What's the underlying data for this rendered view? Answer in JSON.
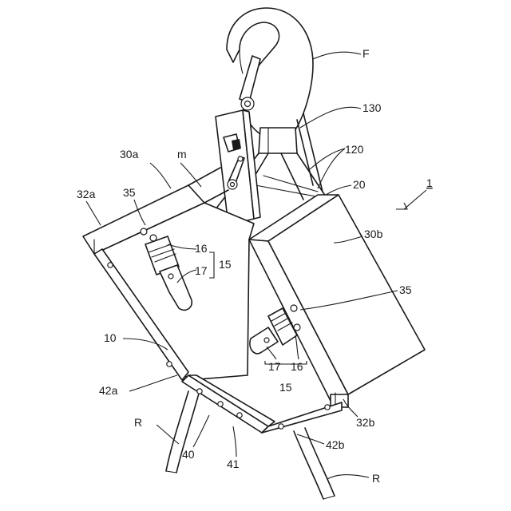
{
  "figure": {
    "labels": [
      {
        "text": "F"
      },
      {
        "text": "130"
      },
      {
        "text": "120"
      },
      {
        "text": "20"
      },
      {
        "text": "1"
      },
      {
        "text": "30a"
      },
      {
        "text": "m"
      },
      {
        "text": "32a"
      },
      {
        "text": "35"
      },
      {
        "text": "16"
      },
      {
        "text": "17"
      },
      {
        "text": "15"
      },
      {
        "text": "30b"
      },
      {
        "text": "35"
      },
      {
        "text": "10"
      },
      {
        "text": "17"
      },
      {
        "text": "16"
      },
      {
        "text": "15"
      },
      {
        "text": "42a"
      },
      {
        "text": "32b"
      },
      {
        "text": "R"
      },
      {
        "text": "40"
      },
      {
        "text": "41"
      },
      {
        "text": "42b"
      },
      {
        "text": "R"
      }
    ]
  }
}
